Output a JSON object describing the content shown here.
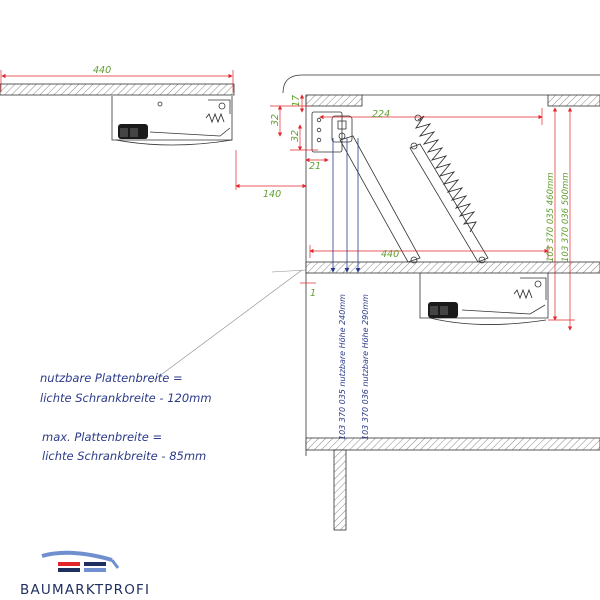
{
  "dimensions": {
    "top_width": "440",
    "cabinet_width": "440",
    "inner_width": "224",
    "offset_140": "140",
    "d32_a": "32",
    "d32_b": "32",
    "d17": "17",
    "d21": "21",
    "d1": "1"
  },
  "part_labels": {
    "travel_460": "103 370 035 460mm",
    "travel_500": "103 370 036 500mm",
    "height_240": "103 370 035 nutzbare Höhe  240mm",
    "height_290": "103 370 036 nutzbare Höhe  290mm"
  },
  "notes": {
    "line1": "nutzbare Plattenbreite =",
    "line2": "lichte Schrankbreite - 120mm",
    "line3": "max. Plattenbreite =",
    "line4": "lichte Schrankbreite - 85mm"
  },
  "brand": {
    "name": "BAUMARKTPROFI",
    "logo_colors": [
      "#6f8fcf",
      "#e2262b",
      "#1f2f5e"
    ]
  },
  "colors": {
    "dimension_text": "#5e9e2e",
    "dimension_lines": "#e2262b",
    "annotation_text": "#2b3a8a"
  }
}
